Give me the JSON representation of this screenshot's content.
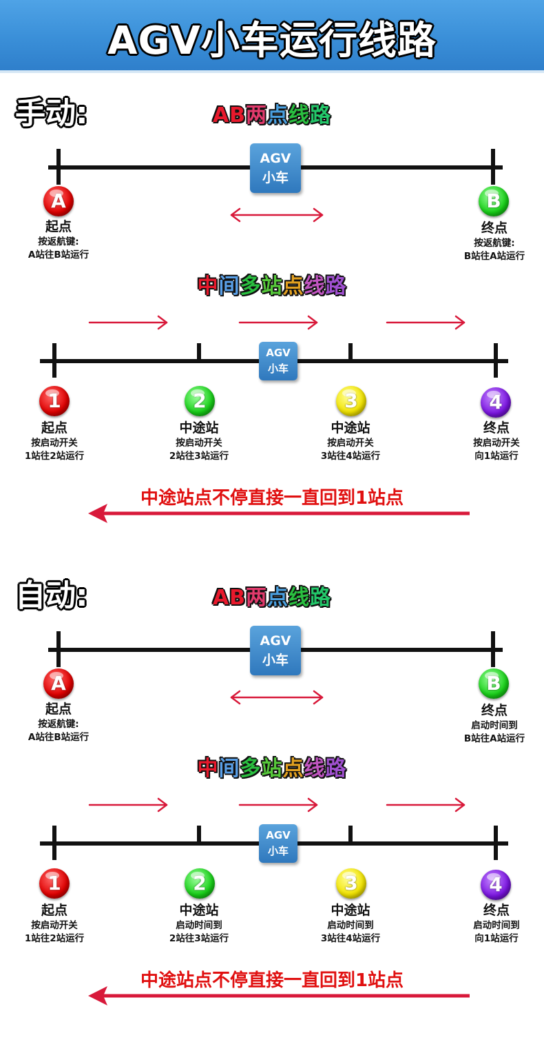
{
  "title": "AGV小车运行线路",
  "agv_label": {
    "line1": "AGV",
    "line2": "小车"
  },
  "sections": [
    {
      "mode": "手动:",
      "ab_route": {
        "title_chars": [
          "A",
          "B",
          "两",
          "点",
          "线",
          "路"
        ],
        "start": {
          "badge": "A",
          "name": "起点",
          "lines": [
            "按返航键:",
            "A站往B站运行"
          ]
        },
        "end": {
          "badge": "B",
          "name": "终点",
          "lines": [
            "按返航键:",
            "B站往A站运行"
          ]
        }
      },
      "multi_route": {
        "title_chars": [
          "中",
          "间",
          "多",
          "站",
          "点",
          "线",
          "路"
        ],
        "stations": [
          {
            "badge": "1",
            "name": "起点",
            "lines": [
              "按启动开关",
              "1站往2站运行"
            ]
          },
          {
            "badge": "2",
            "name": "中途站",
            "lines": [
              "按启动开关",
              "2站往3站运行"
            ]
          },
          {
            "badge": "3",
            "name": "中途站",
            "lines": [
              "按启动开关",
              "3站往4站运行"
            ]
          },
          {
            "badge": "4",
            "name": "终点",
            "lines": [
              "按启动开关",
              "向1站运行"
            ]
          }
        ],
        "return_text": "中途站点不停直接一直回到1站点"
      }
    },
    {
      "mode": "自动:",
      "ab_route": {
        "title_chars": [
          "A",
          "B",
          "两",
          "点",
          "线",
          "路"
        ],
        "start": {
          "badge": "A",
          "name": "起点",
          "lines": [
            "按返航键:",
            "A站往B站运行"
          ]
        },
        "end": {
          "badge": "B",
          "name": "终点",
          "lines": [
            "启动时间到",
            "B站往A站运行"
          ]
        }
      },
      "multi_route": {
        "title_chars": [
          "中",
          "间",
          "多",
          "站",
          "点",
          "线",
          "路"
        ],
        "stations": [
          {
            "badge": "1",
            "name": "起点",
            "lines": [
              "按启动开关",
              "1站往2站运行"
            ]
          },
          {
            "badge": "2",
            "name": "中途站",
            "lines": [
              "启动时间到",
              "2站往3站运行"
            ]
          },
          {
            "badge": "3",
            "name": "中途站",
            "lines": [
              "启动时间到",
              "3站往4站运行"
            ]
          },
          {
            "badge": "4",
            "name": "终点",
            "lines": [
              "启动时间到",
              "向1站运行"
            ]
          }
        ],
        "return_text": "中途站点不停直接一直回到1站点"
      }
    }
  ],
  "colors": {
    "header": "#3a8fd8",
    "arrow": "#d8193a",
    "return_text": "#e01010",
    "title_ab": [
      "#e8192c",
      "#e8192c",
      "#e23a6c",
      "#4aa0e0",
      "#2ac040",
      "#23c86a"
    ],
    "title_multi": [
      "#e8192c",
      "#5aa0e8",
      "#2ac040",
      "#56c83a",
      "#e2a020",
      "#c055c0",
      "#a050d0"
    ]
  }
}
